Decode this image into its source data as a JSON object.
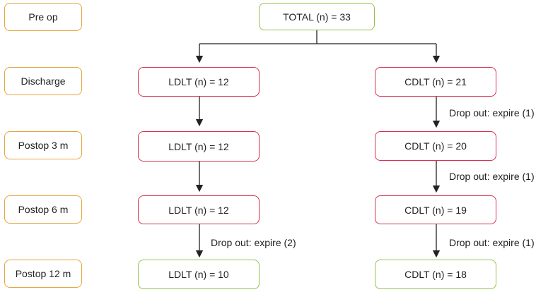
{
  "stages": {
    "pre_op": "Pre op",
    "discharge": "Discharge",
    "postop_3m": "Postop 3 m",
    "postop_6m": "Postop 6 m",
    "postop_12m": "Postop 12 m"
  },
  "total": "TOTAL (n) = 33",
  "ldlt": {
    "discharge": "LDLT (n) = 12",
    "postop_3m": "LDLT (n) = 12",
    "postop_6m": "LDLT (n) = 12",
    "postop_12m": "LDLT (n) = 10"
  },
  "cdlt": {
    "discharge": "CDLT (n) = 21",
    "postop_3m": "CDLT (n) = 20",
    "postop_6m": "CDLT (n) = 19",
    "postop_12m": "CDLT (n) = 18"
  },
  "dropouts": {
    "cdlt_discharge_to_3m": "Drop out: expire (1)",
    "cdlt_3m_to_6m": "Drop out: expire (1)",
    "cdlt_6m_to_12m": "Drop out: expire (1)",
    "ldlt_6m_to_12m": "Drop out: expire (2)"
  },
  "colors": {
    "stage_border": "#e8a33d",
    "group_border": "#d8324e",
    "endpoint_border": "#94c24a",
    "arrow": "#222222"
  }
}
